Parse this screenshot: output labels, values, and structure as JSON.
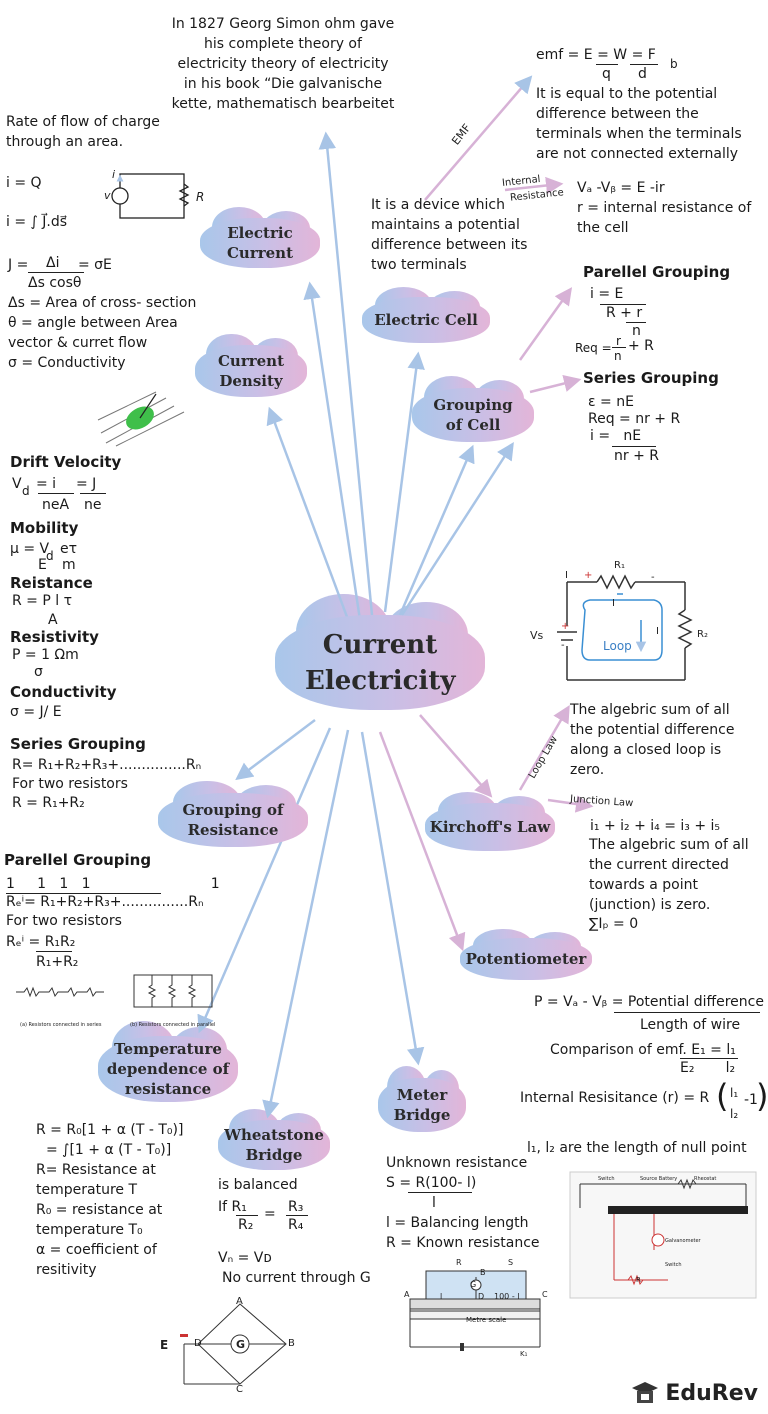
{
  "center": "Current Electricity",
  "nodes": {
    "electric_current": "Electric Current",
    "current_density": "Current Density",
    "electric_cell": "Electric Cell",
    "grouping_of_cell": "Grouping of Cell",
    "grouping_of_resistance": "Grouping of Resistance",
    "temperature_dependence": "Temperature dependence of resistance",
    "wheatstone_bridge": "Wheatstone Bridge",
    "meter_bridge": "Meter Bridge",
    "potentiometer": "Potentiometer",
    "kirchoffs_law": "Kirchoff's Law"
  },
  "arrow_labels": {
    "emf": "EMF",
    "internal": "Internal",
    "resistance": "Resistance",
    "loop_law": "Loop Law",
    "junction_law": "Junction Law"
  },
  "ohm_history": [
    "In 1827 Georg Simon ohm gave",
    "his complete theory of",
    "electricity theory of electricity",
    "in his book “Die galvanische",
    "kette, mathematisch bearbeitet"
  ],
  "current": {
    "definition": [
      "Rate of flow of charge",
      "through an area."
    ],
    "eq1": "i = Q",
    "eq2": "i = ∫ J⃗.ds⃗",
    "circuit_v": "v",
    "circuit_i": "i",
    "circuit_r": "R"
  },
  "density": {
    "eq_lhs": "J =",
    "eq_num": "Δi",
    "eq_den": "Δs cosθ",
    "eq_rhs": "=  σE",
    "defs": [
      "Δs = Area of cross- section",
      "θ = angle between Area",
      "vector & curret flow",
      "σ = Conductivity"
    ]
  },
  "drift": {
    "title": "Drift Velocity",
    "lhs": "V",
    "sub": "d",
    "eq1": "= i",
    "eq1_den": "neA",
    "eq2": "= J",
    "eq2_den": "ne"
  },
  "mobility": {
    "title": "Mobility",
    "lhs": "μ = V",
    "sub": "d",
    "num": "eτ",
    "den_l": "E",
    "den_r": "m"
  },
  "resistance_def": {
    "title": "Reistance",
    "eq": "R = P l  τ",
    "den": "A"
  },
  "resistivity": {
    "title": "Resistivity",
    "eq": "P = 1 Ωm",
    "den": "σ"
  },
  "conductivity": {
    "title": "Conductivity",
    "eq": "σ = J/ E"
  },
  "series_grouping": {
    "title": "Series Grouping",
    "eq": "R= R₁+R₂+R₃+...............Rₙ",
    "two": "For two resistors",
    "eq2": "R = R₁+R₂"
  },
  "parallel_grouping": {
    "title": "Parellel Grouping",
    "num_line": "1     1   1   1                           1",
    "den_line": "Rₑⁱ= R₁+R₂+R₃+...............Rₙ",
    "two": "For two resistors",
    "eq2_num": "Rₑⁱ = R₁R₂",
    "eq2_den": "R₁+R₂",
    "fig_a": "(a) Resistors connected in series",
    "fig_b": "(b) Resistors connected in parallel"
  },
  "temperature": {
    "eq1": "R = R₀[1 + α (T - T₀)]",
    "eq2": "= ∫[1 + α (T - T₀)]",
    "defs": [
      "R= Resistance at",
      "temperature T",
      "R₀ = resistance at",
      "temperature T₀",
      "α = coefficient of",
      "resitivity"
    ]
  },
  "wheatstone": {
    "balanced": "is balanced",
    "if": "If R₁",
    "den1": "R₂",
    "eq": "=",
    "num2": "R₃",
    "den2": "R₄",
    "vc": "Vₙ = Vᴅ",
    "vc_text": "V",
    "no_current": "No current through G",
    "labels": [
      "A",
      "B",
      "C",
      "D",
      "E",
      "G"
    ]
  },
  "meter": {
    "unknown": "Unknown resistance",
    "s_eq": "S = R(100- l)",
    "s_den": "l",
    "l_def": "l = Balancing length",
    "r_def": "R = Known resistance",
    "labels": [
      "R",
      "B",
      "S",
      "G",
      "A",
      "D",
      "C",
      "l",
      "100 - l",
      "Metre scale",
      "K₁"
    ]
  },
  "emf": {
    "eq": "emf = E = W = F",
    "eq_sub": "b",
    "den_q": "q",
    "den_d": "d",
    "desc": [
      "It is equal to the potential",
      "difference between the",
      "terminals when the terminals",
      "are not connected externally"
    ]
  },
  "internal": {
    "eq": "Vₐ -Vᵦ = E -ir",
    "def": [
      "r = internal resistance of",
      "the cell"
    ]
  },
  "cell_desc": [
    "It is a device which",
    "maintains a potential",
    "difference between its",
    "two terminals"
  ],
  "cell_parallel": {
    "title": "Parellel Grouping",
    "eq_num": "i = E",
    "eq_den": "R + r",
    "eq_den2": "n",
    "req": "Req =",
    "req_num": "r",
    "req_den": "n",
    "req_rhs": "+ R"
  },
  "cell_series": {
    "title": "Series Grouping",
    "e": "ε = nE",
    "req": "Req = nr + R",
    "i_num": "i =   nE",
    "i_den": "nr + R"
  },
  "loop": {
    "labels": [
      "R₁",
      "R₂",
      "I",
      "I",
      "I",
      "Vs",
      "Loop",
      "+",
      "-",
      "+",
      "-"
    ],
    "desc": [
      "The algebric sum of all",
      "the potential difference",
      "along a closed loop is",
      "zero."
    ]
  },
  "junction": {
    "eq": "i₁ + i₂ + i₄ = i₃ + i₅",
    "desc": [
      "The algebric sum of all",
      "the current directed",
      "towards a point",
      "(junction) is zero."
    ],
    "sum": "∑Iₚ = 0"
  },
  "potentiometer": {
    "eq": "P = Vₐ - Vᵦ = Potential difference",
    "den": "Length of wire",
    "comp": "Comparison of emf. E₁  =  l₁",
    "comp_den": "E₂       l₂",
    "internal": "Internal Resisitance (r) = R",
    "internal_frac": "l₁",
    "internal_den": "l₂",
    "internal_minus": "-1",
    "null_point": "l₁, l₂ are the length of null point",
    "fig_labels": [
      "Switch",
      "Source Battery",
      "Rheostat",
      "Galvanometer",
      "Switch",
      "R"
    ]
  },
  "logo": "EduRev",
  "colors": {
    "arrow": "#a8c4e6",
    "arrow_pink": "#d7b2d6",
    "accent_red": "#cc2a2a"
  }
}
